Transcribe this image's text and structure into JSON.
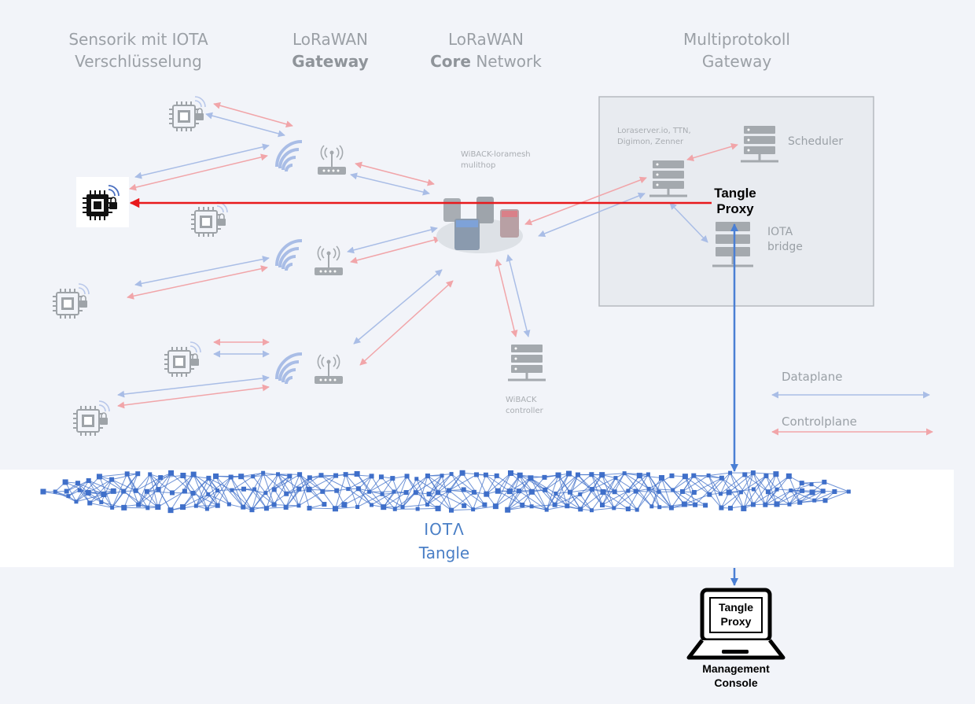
{
  "headers": {
    "sensorik_line1": "Sensorik mit IOTA",
    "sensorik_line2": "Verschlüsselung",
    "gateway_line1": "LoRaWAN",
    "gateway_line2": "Gateway",
    "core_line1": "LoRaWAN",
    "core_bold": "Core",
    "core_rest": " Network",
    "multi_line1": "Multiprotokoll",
    "multi_line2": "Gateway"
  },
  "labels": {
    "wiback_mesh_line1": "WiBACK-loramesh",
    "wiback_mesh_line2": "mulithop",
    "wiback_ctrl_line1": "WiBACK",
    "wiback_ctrl_line2": "controller",
    "loraserver_line1": "Loraserver.io, TTN,",
    "loraserver_line2": "Digimon, Zenner",
    "scheduler": "Scheduler",
    "iota_bridge_line1": "IOTA",
    "iota_bridge_line2": "bridge",
    "tangle_proxy_line1": "Tangle",
    "tangle_proxy_line2": "Proxy",
    "iota_line1": "IOTΛ",
    "iota_line2": "Tangle",
    "screen_line1": "Tangle",
    "screen_line2": "Proxy",
    "console_line1": "Management",
    "console_line2": "Console"
  },
  "legend": {
    "dataplane": "Dataplane",
    "controlplane": "Controlplane"
  },
  "colors": {
    "data_arrow": "#a9bde6",
    "control_arrow": "#f1a5a9",
    "highlight_red": "#e8191c",
    "highlight_blue": "#4a7fd4",
    "tangle_blue": "#3f6fc9",
    "faded_gray": "#a4a9ae"
  }
}
